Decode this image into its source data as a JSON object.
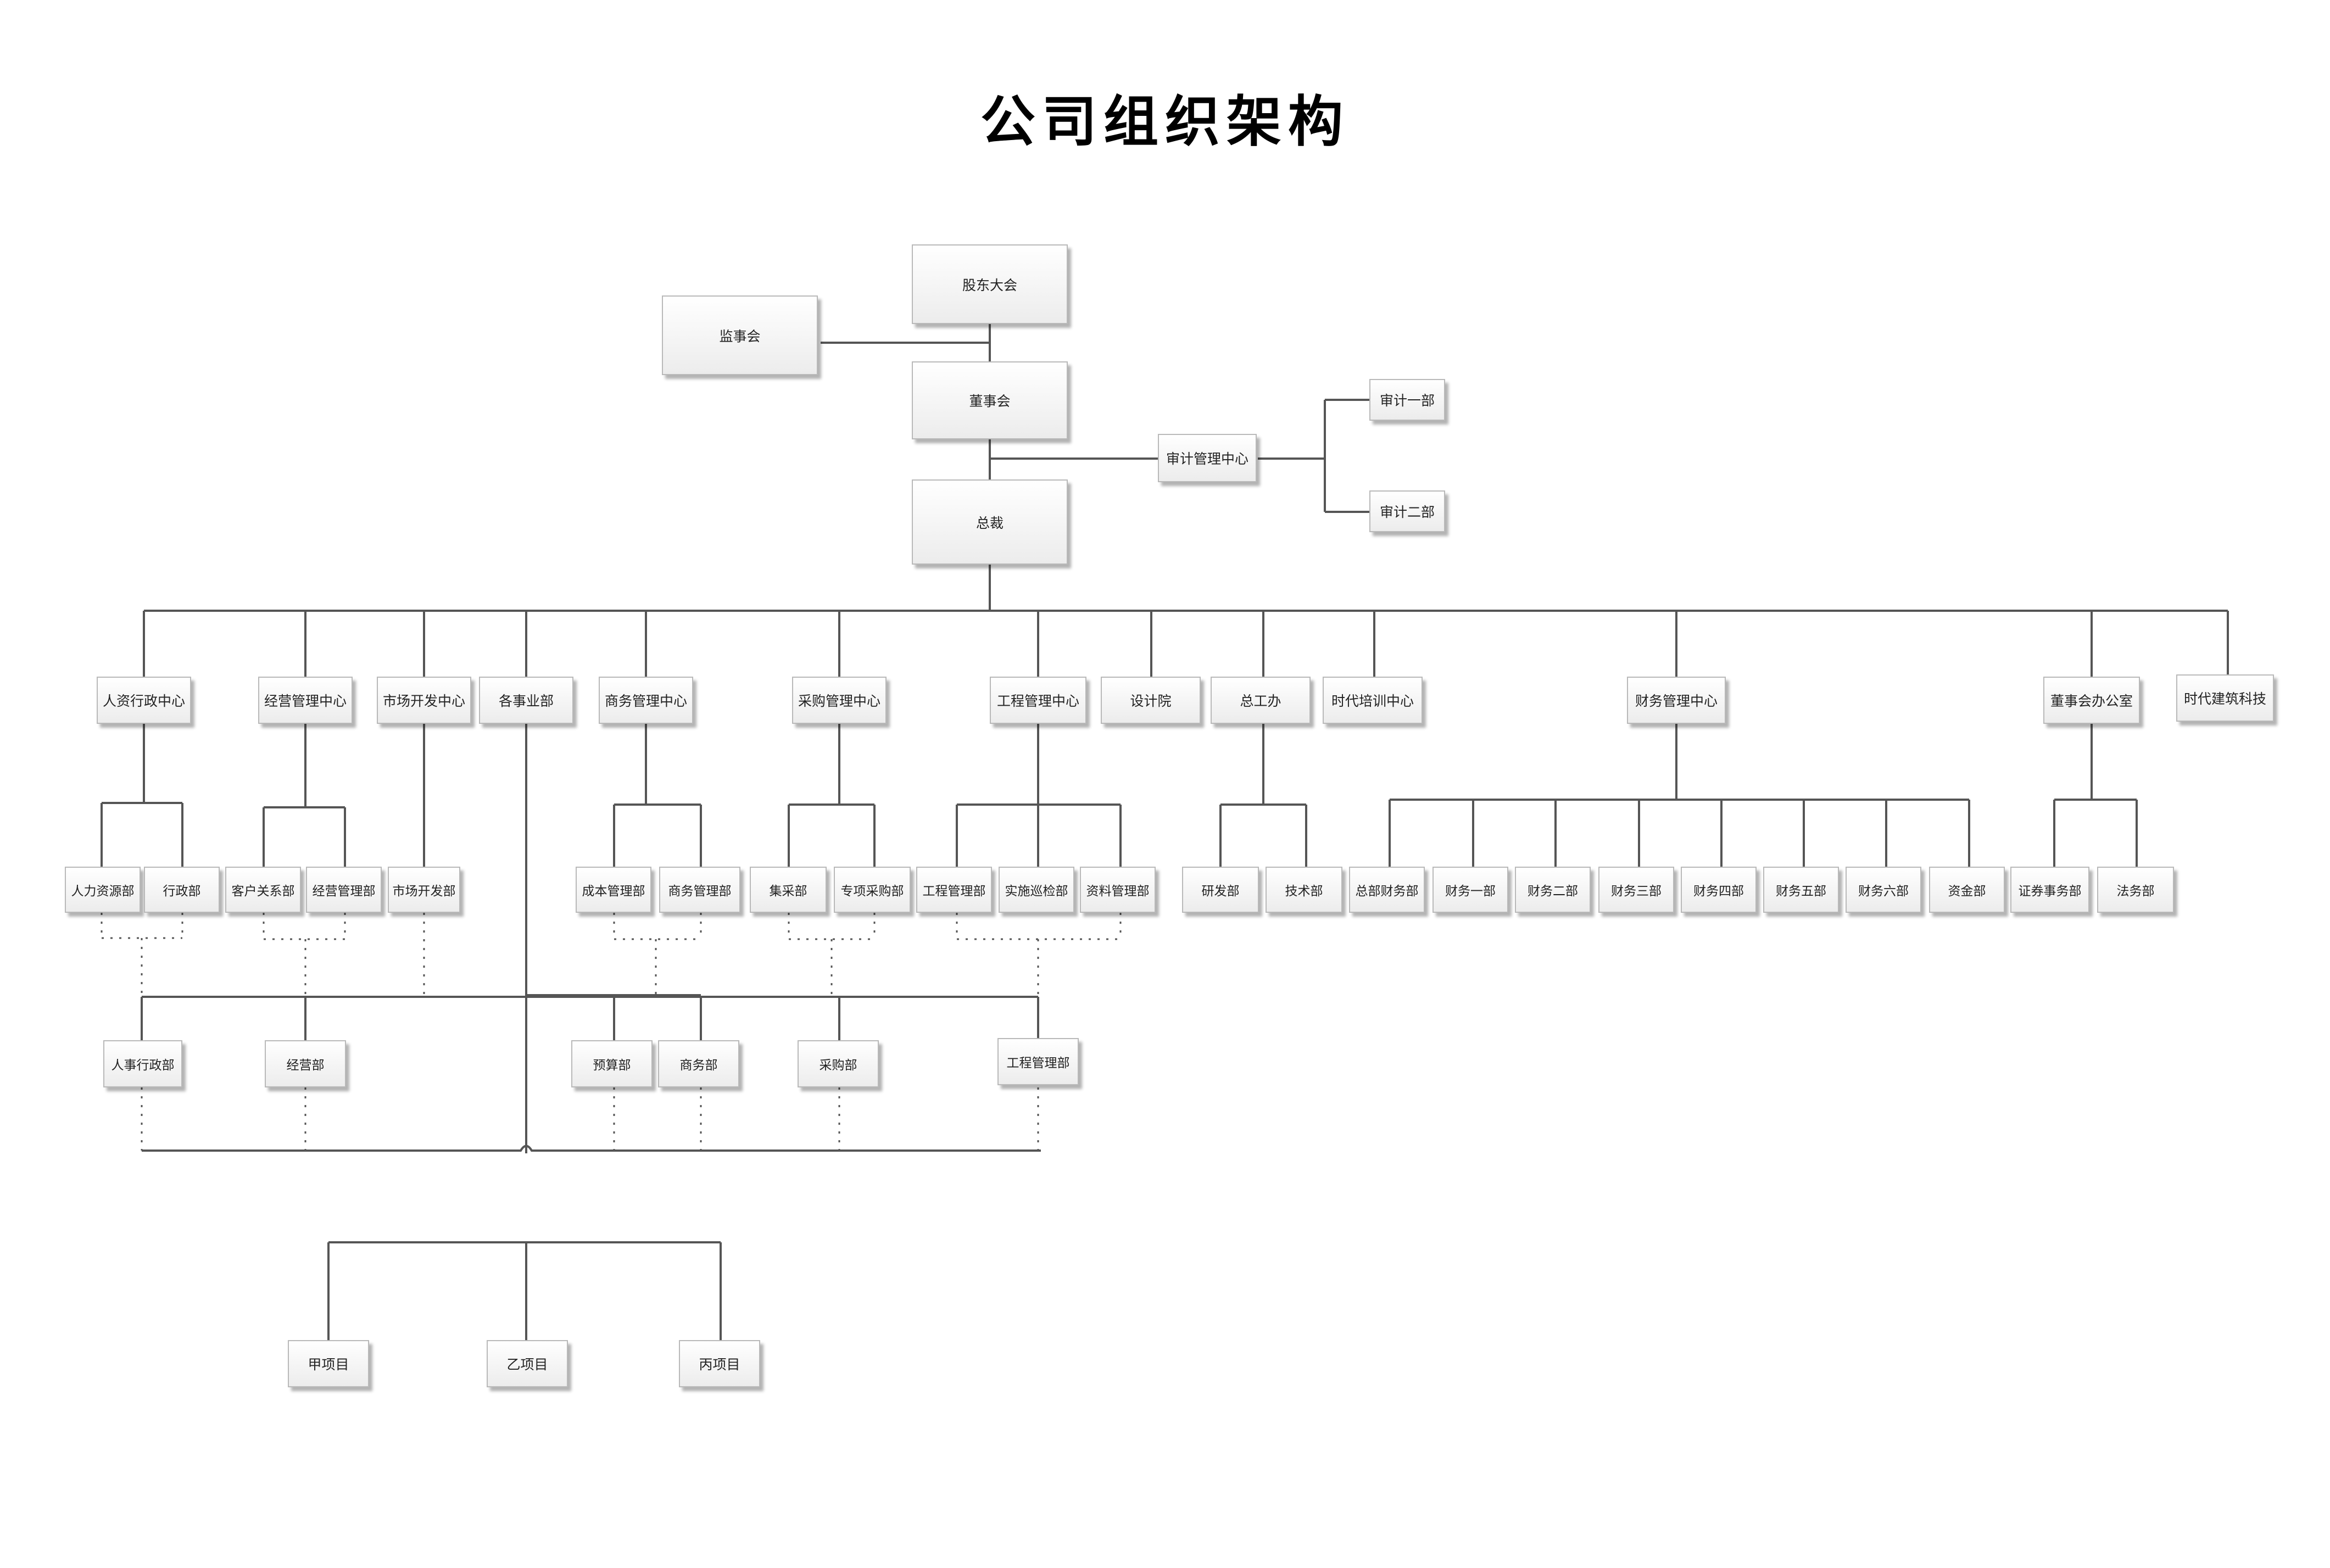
{
  "title": "公司组织架构",
  "nodes": {
    "shareholders": "股东大会",
    "supervisors": "监事会",
    "board": "董事会",
    "audit_center": "审计管理中心",
    "audit_1": "审计一部",
    "audit_2": "审计二部",
    "president": "总裁",
    "hr_admin_center": "人资行政中心",
    "ops_center": "经营管理中心",
    "market_center": "市场开发中心",
    "business_units": "各事业部",
    "commerce_center": "商务管理中心",
    "purchase_center": "采购管理中心",
    "engineering_center": "工程管理中心",
    "design_institute": "设计院",
    "chief_engineer_office": "总工办",
    "training_center": "时代培训中心",
    "finance_center": "财务管理中心",
    "board_office": "董事会办公室",
    "tech_company": "时代建筑科技",
    "hr_dept": "人力资源部",
    "admin_dept": "行政部",
    "customer_dept": "客户关系部",
    "ops_mgmt_dept": "经营管理部",
    "market_dev_dept": "市场开发部",
    "cost_dept": "成本管理部",
    "commerce_mgmt_dept": "商务管理部",
    "central_purchase_dept": "集采部",
    "special_purchase_dept": "专项采购部",
    "engineering_mgmt_dept": "工程管理部",
    "inspection_dept": "实施巡检部",
    "materials_dept": "资料管理部",
    "rd_dept": "研发部",
    "tech_dept": "技术部",
    "hq_finance_dept": "总部财务部",
    "finance_1": "财务一部",
    "finance_2": "财务二部",
    "finance_3": "财务三部",
    "finance_4": "财务四部",
    "finance_5": "财务五部",
    "finance_6": "财务六部",
    "treasury_dept": "资金部",
    "securities_dept": "证券事务部",
    "legal_dept": "法务部",
    "bu_hr_admin": "人事行政部",
    "bu_ops": "经营部",
    "bu_budget": "预算部",
    "bu_commerce": "商务部",
    "bu_purchase": "采购部",
    "bu_engineering": "工程管理部",
    "project_a": "甲项目",
    "project_b": "乙项目",
    "project_c": "丙项目"
  }
}
